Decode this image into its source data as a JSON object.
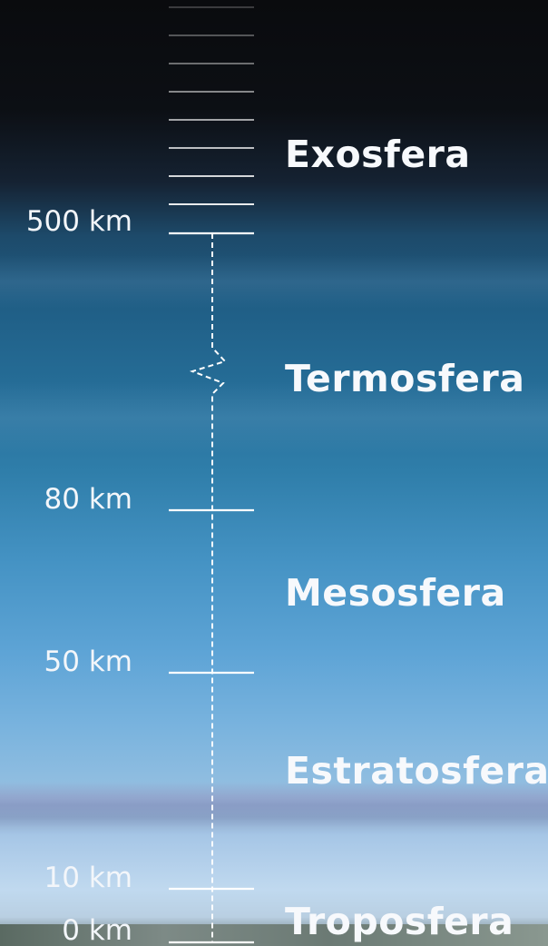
{
  "diagram": {
    "layers": [
      {
        "id": "exosfera",
        "label": "Exosfera"
      },
      {
        "id": "termosfera",
        "label": "Termosfera"
      },
      {
        "id": "mesosfera",
        "label": "Mesosfera"
      },
      {
        "id": "estratosfera",
        "label": "Estratosfera"
      },
      {
        "id": "troposfera",
        "label": "Troposfera"
      }
    ],
    "altitude_ticks": [
      {
        "label": "500 km"
      },
      {
        "label": "80 km"
      },
      {
        "label": "50 km"
      },
      {
        "label": "10 km"
      },
      {
        "label": "0 km"
      }
    ]
  }
}
